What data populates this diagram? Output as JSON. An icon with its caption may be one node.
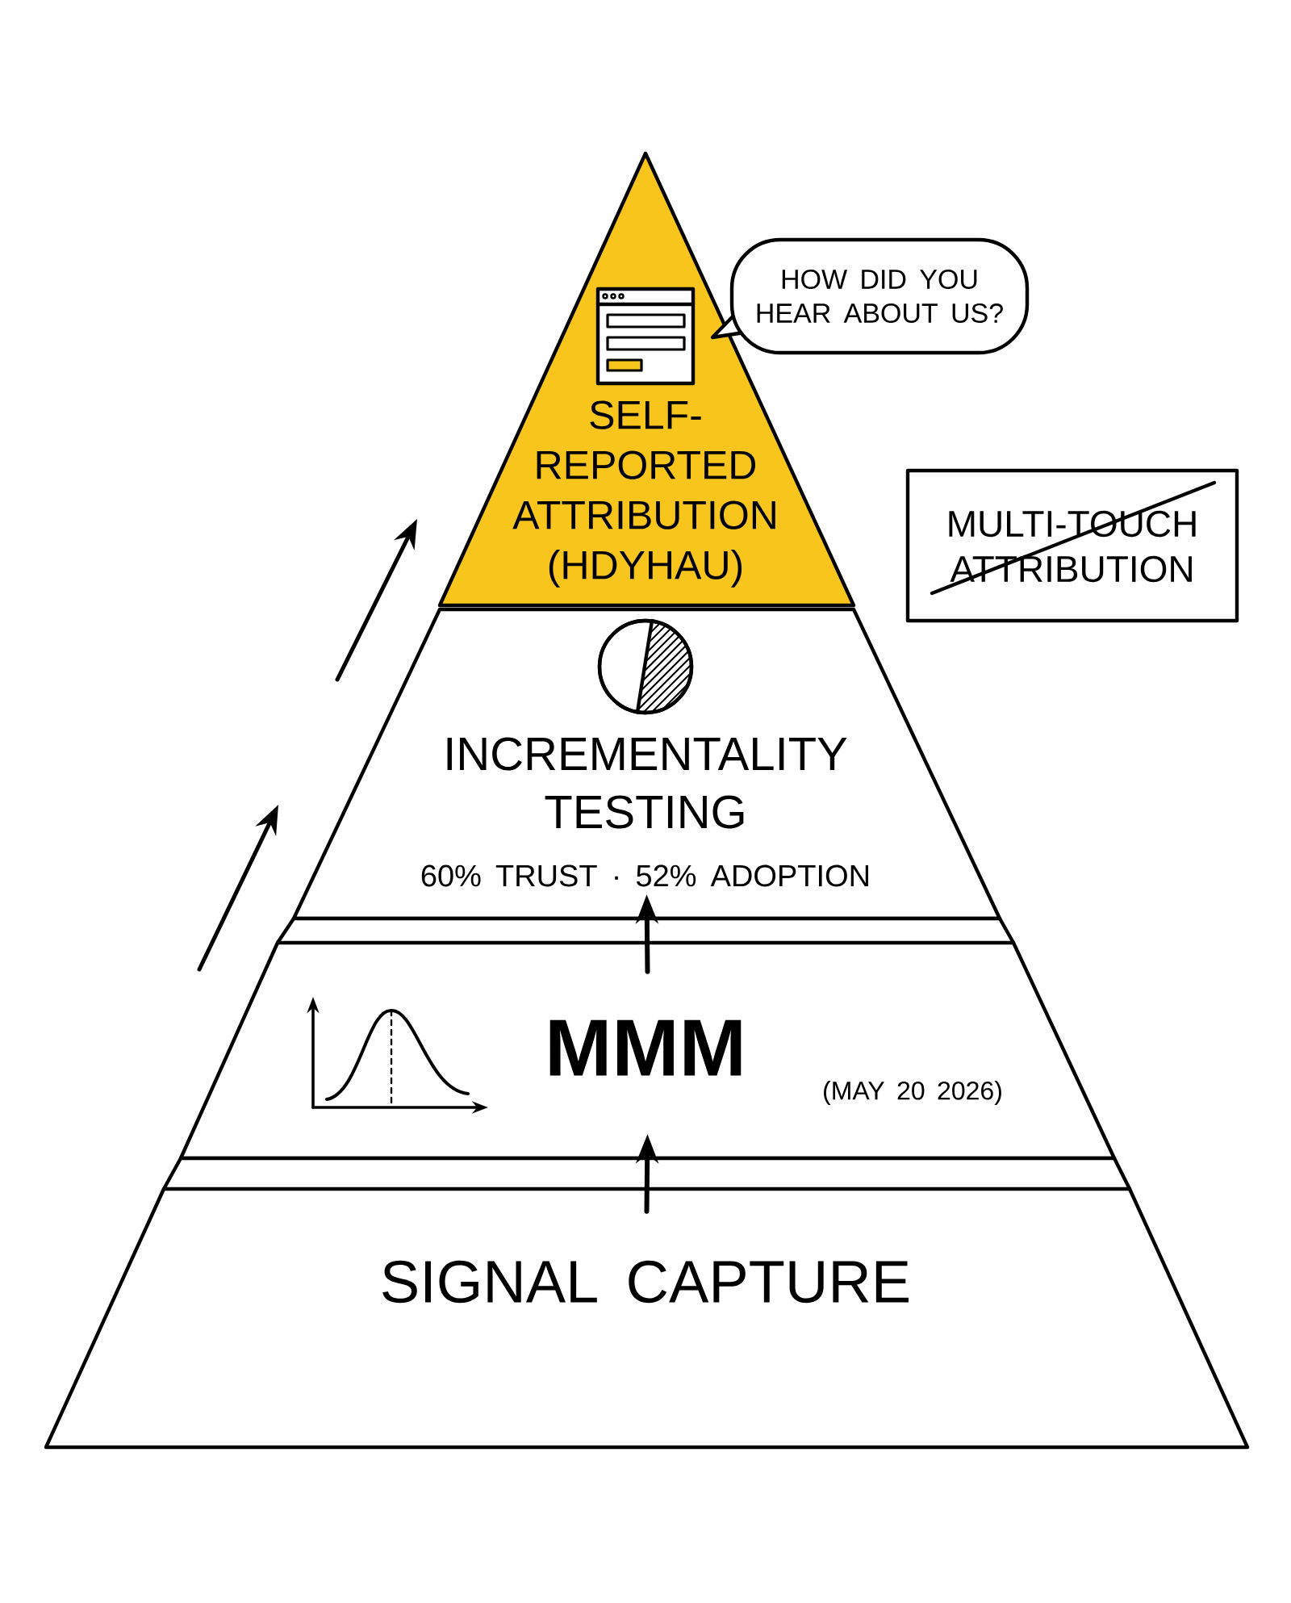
{
  "diagram": {
    "nodes": [
      {
        "text": [
          "SELF-REPORTED ATTRIBUTION (HDYHAU)"
        ]
      },
      {
        "text": [
          "HOW DID YOU HEAR ABOUT US?"
        ]
      },
      {
        "text": [
          "INCREMENTALITY TESTING",
          "60% TRUST · 52% ADOPTION"
        ]
      },
      {
        "text": [
          "MMM",
          "(MAY 20 2026)"
        ]
      },
      {
        "text": [
          "SIGNAL CAPTURE"
        ]
      },
      {
        "text": [
          "MULTI-TOUCH ATTRIBUTION"
        ]
      }
    ],
    "edges": [
      {
        "from": 4,
        "to": 3,
        "arrow": "to"
      },
      {
        "from": 3,
        "to": 2,
        "arrow": "to"
      }
    ]
  }
}
